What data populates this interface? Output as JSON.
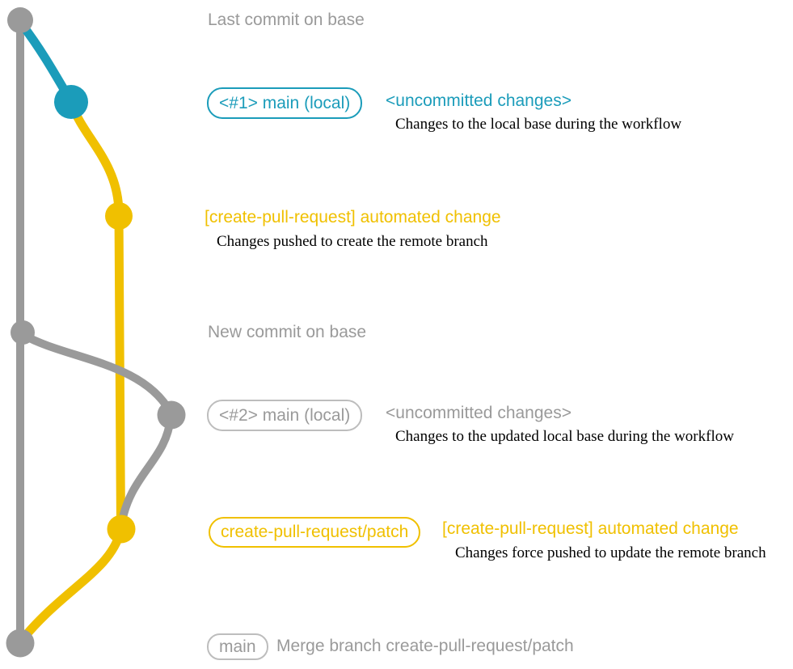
{
  "colors": {
    "gray": "#9a9a9a",
    "gray_light": "#bdbdbd",
    "blue": "#1b9cba",
    "yellow": "#f0c000",
    "caption_text": "#000000"
  },
  "annotations": {
    "last_commit": "Last commit on base",
    "new_commit": "New commit on base"
  },
  "rows": {
    "row1": {
      "badge": "<#1> main (local)",
      "title": "<uncommitted changes>",
      "caption": "Changes to the local base during the workflow"
    },
    "row2": {
      "title": "[create-pull-request] automated change",
      "caption": "Changes pushed to create the remote branch"
    },
    "row3": {
      "badge": "<#2> main (local)",
      "title": "<uncommitted changes>",
      "caption": "Changes to the updated local base during the workflow"
    },
    "row4": {
      "badge": "create-pull-request/patch",
      "title": "[create-pull-request] automated change",
      "caption": "Changes force pushed to update the remote branch"
    },
    "row5": {
      "badge": "main",
      "title": "Merge branch create-pull-request/patch"
    }
  }
}
